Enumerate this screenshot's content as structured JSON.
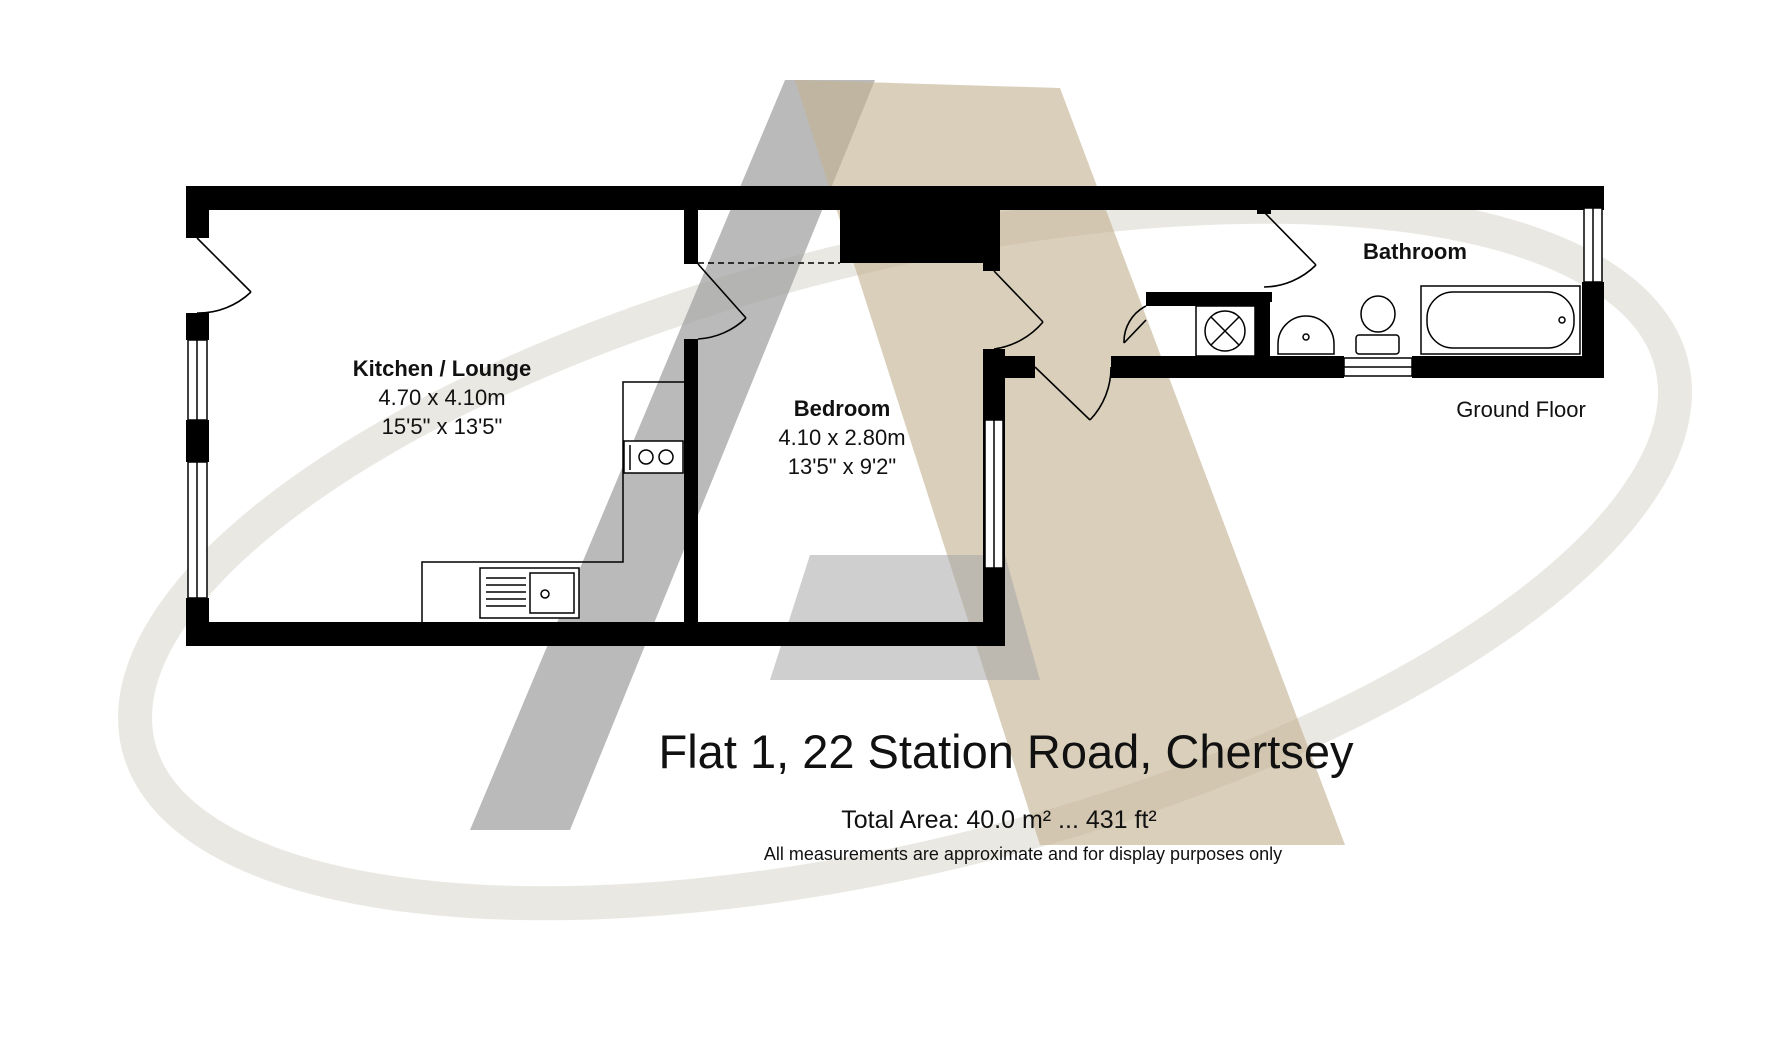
{
  "plan": {
    "floor_label": "Ground Floor",
    "rooms": [
      {
        "id": "kitchen-lounge",
        "name": "Kitchen / Lounge",
        "metric": "4.70 x 4.10m",
        "imperial": "15'5\" x 13'5\""
      },
      {
        "id": "bedroom",
        "name": "Bedroom",
        "metric": "4.10 x 2.80m",
        "imperial": "13'5\" x 9'2\""
      },
      {
        "id": "bathroom",
        "name": "Bathroom"
      }
    ]
  },
  "footer": {
    "address": "Flat 1, 22 Station Road, Chertsey",
    "total_area": "Total Area: 40.0 m² ... 431 ft²",
    "disclaimer": "All measurements are approximate and for display purposes only"
  },
  "colors": {
    "wall": "#000000",
    "watermark_grey": "#a9a9a9",
    "watermark_tan": "#c9b89a",
    "watermark_ring": "#d8d5cc"
  }
}
